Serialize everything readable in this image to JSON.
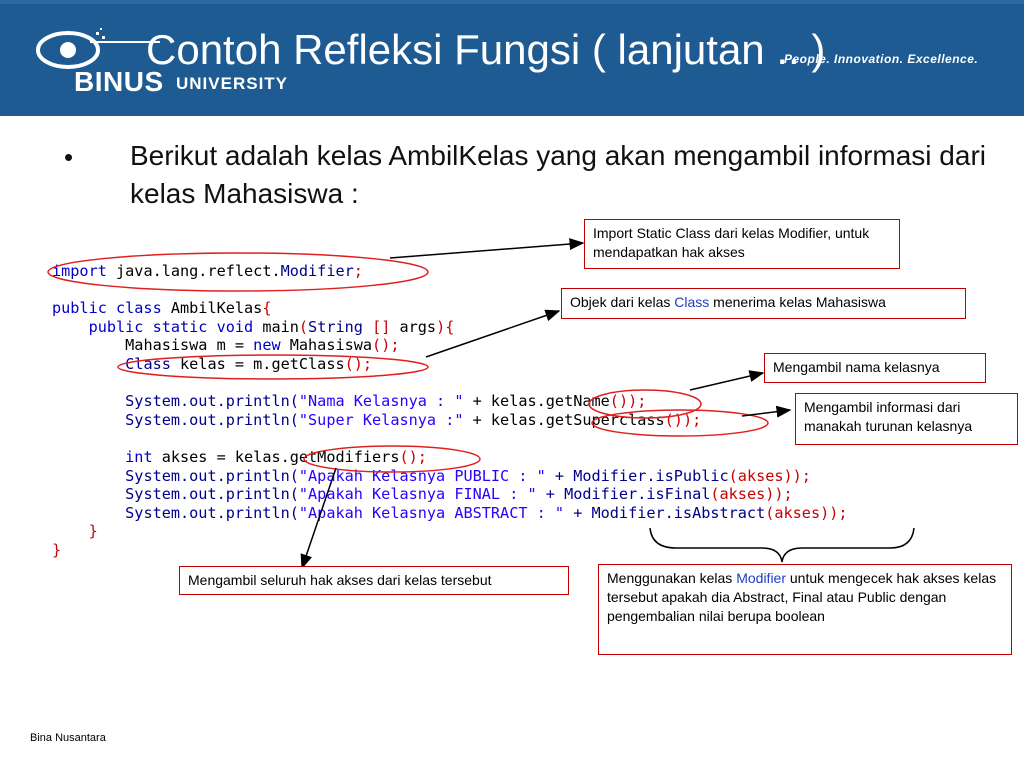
{
  "header": {
    "title": "Contoh Refleksi Fungsi ( lanjutan .. )",
    "logo_wordmark": "BINUS",
    "logo_sub": "UNIVERSITY",
    "tagline": "People. Innovation. Excellence."
  },
  "bullet": {
    "symbol": "•",
    "text": "Berikut adalah kelas AmbilKelas yang akan mengambil informasi dari kelas Mahasiswa :"
  },
  "code": {
    "import_kw": "import",
    "import_pkg": " java.lang.reflect.",
    "import_cls": "Modifier",
    "import_semi": ";",
    "line2_kw": "public class",
    "line2_name": " AmbilKelas",
    "line2_brace": "{",
    "line3_kw": "public static void",
    "line3_rest": " main",
    "line3_paren_open": "(",
    "line3_type": "String",
    "line3_arr": " [] ",
    "line3_args": "args",
    "line3_paren_close": "){",
    "line4_a": "Mahasiswa m = ",
    "line4_new": "new",
    "line4_b": " Mahasiswa",
    "line4_c": "();",
    "line5_a": "Class",
    "line5_b": " kelas = m.getClass",
    "line5_c": "();",
    "line6_a": "System.out.println(",
    "line6_str": "\"Nama Kelasnya : \"",
    "line6_b": " + kelas.getName",
    "line6_c": "());",
    "line7_a": "System.out.println(",
    "line7_str": "\"Super Kelasnya :\"",
    "line7_b": " + kelas.getSuperclass",
    "line7_c": "());",
    "line8_kw": "int",
    "line8_b": " akses = kelas.getModifiers",
    "line8_c": "();",
    "line9_a": "System.out.println(",
    "line9_str": "\"Apakah Kelasnya PUBLIC : \"",
    "line9_b": " + Modifier.isPublic",
    "line9_c": "(akses));",
    "line10_a": "System.out.println(",
    "line10_str": "\"Apakah Kelasnya FINAL : \"",
    "line10_b": " + Modifier.isFinal",
    "line10_c": "(akses));",
    "line11_a": "System.out.println(",
    "line11_str": "\"Apakah Kelasnya ABSTRACT : \"",
    "line11_b": " + Modifier.isAbstract",
    "line11_c": "(akses));",
    "close_inner": "}",
    "close_outer": "}"
  },
  "callouts": {
    "import_note": "Import Static Class dari kelas Modifier, untuk mendapatkan hak akses",
    "class_note_a": "Objek dari kelas ",
    "class_note_class": "Class",
    "class_note_b": " menerima kelas Mahasiswa",
    "name_note": "Mengambil nama kelasnya",
    "super_note": "Mengambil informasi dari manakah turunan kelasnya",
    "modifiers_note": "Mengambil seluruh hak akses dari kelas tersebut",
    "modifier_use_a": "Menggunakan kelas ",
    "modifier_use_cls": "Modifier",
    "modifier_use_b": " untuk mengecek hak akses kelas tersebut apakah dia Abstract, Final atau Public dengan pengembalian nilai berupa boolean"
  },
  "footer": {
    "text": "Bina Nusantara"
  },
  "colors": {
    "header": "#1e5b93",
    "callout_border": "#c00000",
    "keyword": "#0000c8",
    "string": "#2a00ff"
  }
}
